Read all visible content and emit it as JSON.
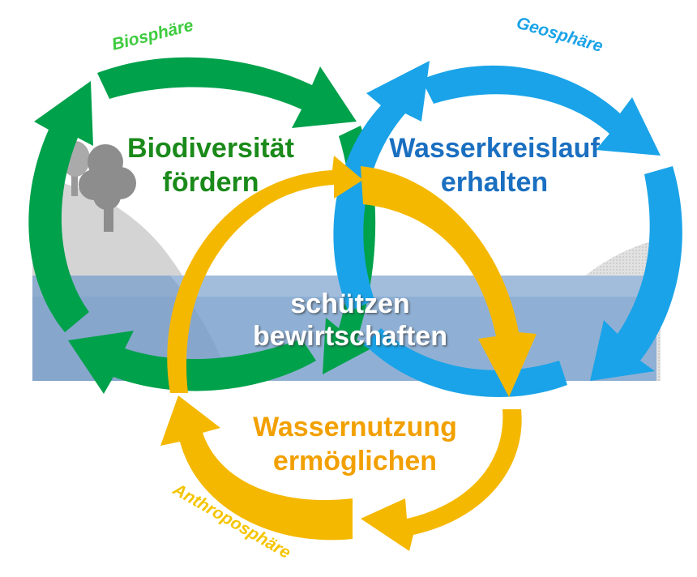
{
  "spheres": {
    "bio": {
      "label": "Biosphäre",
      "color": "#00a14b",
      "label_color": "#3ecb3e"
    },
    "geo": {
      "label": "Geosphäre",
      "color": "#1aa3e8",
      "label_color": "#1aa3e8"
    },
    "anthro": {
      "label": "Anthroposphäre",
      "color": "#f5b800",
      "label_color": "#f5c400"
    }
  },
  "goals": {
    "bio": {
      "line1": "Biodiversität",
      "line2": "fördern",
      "color": "#1a8a1a"
    },
    "geo": {
      "line1": "Wasserkreislauf",
      "line2": "erhalten",
      "color": "#1a6fc0"
    },
    "anthro": {
      "line1": "Wassernutzung",
      "line2": "ermöglichen",
      "color": "#f2a000"
    }
  },
  "center": {
    "line1": "schützen",
    "line2": "bewirtschaften",
    "color": "#ffffff"
  },
  "landscape": {
    "hill_color": "#d4d4d4",
    "tree_color": "#999999",
    "water_color": "#8fb0d4"
  }
}
